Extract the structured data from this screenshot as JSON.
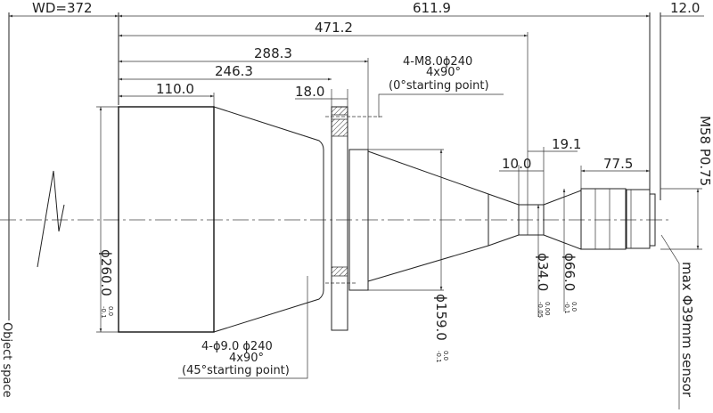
{
  "dimensions": {
    "wd": "WD=372",
    "total": "611.9",
    "sensor_offset": "12.0",
    "d471": "471.2",
    "d288": "288.3",
    "d246": "246.3",
    "d110": "110.0",
    "d18": "18.0",
    "d10": "10.0",
    "d19": "19.1",
    "d77": "77.5"
  },
  "diameters": {
    "d260": "ϕ260.0",
    "d260_tol_up": "0.0",
    "d260_tol_low": "-0.1",
    "d159": "ϕ159.0",
    "d159_tol_up": "0.0",
    "d159_tol_low": "-0.1",
    "d34": "ϕ34.0",
    "d34_tol_up": "0.00",
    "d34_tol_low": "-0.05",
    "d66": "ϕ66.0",
    "d66_tol_up": "0.0",
    "d66_tol_low": "-0.1"
  },
  "notes": {
    "top_line1": "4-M8.0ϕ240",
    "top_line2": "4x90°",
    "top_line3": "(0°starting point)",
    "bottom_line1": "4-ϕ9.0  ϕ240",
    "bottom_line2": "4x90°",
    "bottom_line3": "(45°starting point)",
    "thread": "M58 P0.75",
    "sensor": "max Φ39mm sensor",
    "object_space": "Object space"
  }
}
